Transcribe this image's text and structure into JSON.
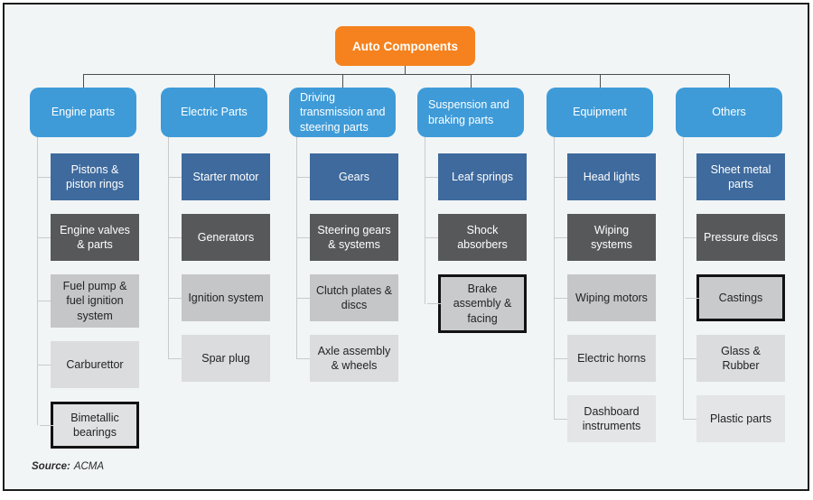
{
  "root": {
    "label": "Auto Components"
  },
  "source": {
    "label": "Source:",
    "value": "ACMA"
  },
  "palette": {
    "root_orange": "#F5821E",
    "branch_blue": "#3E9BD8",
    "tier1_blue": "#3E6A9D",
    "tier2_dark_gray": "#57585A",
    "tier3_silver": "#C5C6C7",
    "tier4_light_gray": "#DBDCDD",
    "tier5_lighter_gray": "#E4E5E6",
    "highlight_border": "#121212",
    "background": "#f2f5f6"
  },
  "columns": [
    {
      "label": "Engine parts",
      "align": "center",
      "children": [
        {
          "label": "Pistons & piston rings",
          "tone": "blue"
        },
        {
          "label": "Engine valves & parts",
          "tone": "dark"
        },
        {
          "label": "Fuel pump & fuel ignition system",
          "tone": "mid"
        },
        {
          "label": "Carburettor",
          "tone": "light"
        },
        {
          "label": "Bimetallic bearings",
          "tone": "lighter-framed"
        }
      ]
    },
    {
      "label": "Electric Parts",
      "align": "center",
      "children": [
        {
          "label": "Starter motor",
          "tone": "blue"
        },
        {
          "label": "Generators",
          "tone": "dark"
        },
        {
          "label": "Ignition system",
          "tone": "mid"
        },
        {
          "label": "Spar plug",
          "tone": "light"
        }
      ]
    },
    {
      "label": "Driving transmission and steering parts",
      "align": "left",
      "children": [
        {
          "label": "Gears",
          "tone": "blue"
        },
        {
          "label": "Steering gears & systems",
          "tone": "dark"
        },
        {
          "label": "Clutch plates & discs",
          "tone": "mid"
        },
        {
          "label": "Axle assembly & wheels",
          "tone": "light"
        }
      ]
    },
    {
      "label": "Suspension and braking parts",
      "align": "left",
      "children": [
        {
          "label": "Leaf springs",
          "tone": "blue"
        },
        {
          "label": "Shock absorbers",
          "tone": "dark"
        },
        {
          "label": "Brake assembly & facing",
          "tone": "mid-framed"
        }
      ]
    },
    {
      "label": "Equipment",
      "align": "center",
      "children": [
        {
          "label": "Head lights",
          "tone": "blue"
        },
        {
          "label": "Wiping systems",
          "tone": "dark"
        },
        {
          "label": "Wiping motors",
          "tone": "mid"
        },
        {
          "label": "Electric horns",
          "tone": "light"
        },
        {
          "label": "Dashboard instruments",
          "tone": "lighter"
        }
      ]
    },
    {
      "label": "Others",
      "align": "center",
      "children": [
        {
          "label": "Sheet metal parts",
          "tone": "blue"
        },
        {
          "label": "Pressure discs",
          "tone": "dark"
        },
        {
          "label": "Castings",
          "tone": "mid-framed"
        },
        {
          "label": "Glass & Rubber",
          "tone": "light"
        },
        {
          "label": "Plastic parts",
          "tone": "lighter"
        }
      ]
    }
  ]
}
